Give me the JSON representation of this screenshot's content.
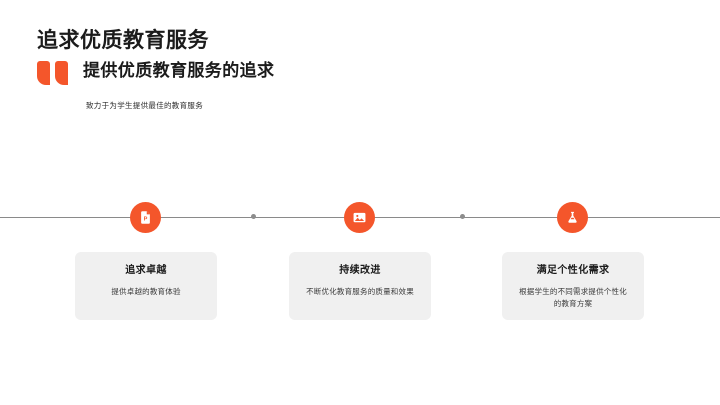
{
  "slide": {
    "background_color": "#ffffff",
    "accent_color": "#F4562B",
    "card_background_color": "#f0f0f0",
    "line_color": "#8a8a8a"
  },
  "header": {
    "main_title": "追求优质教育服务",
    "quote_icon": "quote-mark-icon",
    "sub_title": "提供优质教育服务的追求",
    "description": "致力于为学生提供最佳的教育服务"
  },
  "timeline": {
    "nodes": [
      {
        "icon": "document-file-icon",
        "title": "追求卓越",
        "description": "提供卓越的教育体验"
      },
      {
        "icon": "image-picture-icon",
        "title": "持续改进",
        "description": "不断优化教育服务的质量和效果"
      },
      {
        "icon": "flask-beaker-icon",
        "title": "满足个性化需求",
        "description": "根据学生的不同需求提供个性化的教育方案"
      }
    ],
    "connector_dots": 2
  }
}
